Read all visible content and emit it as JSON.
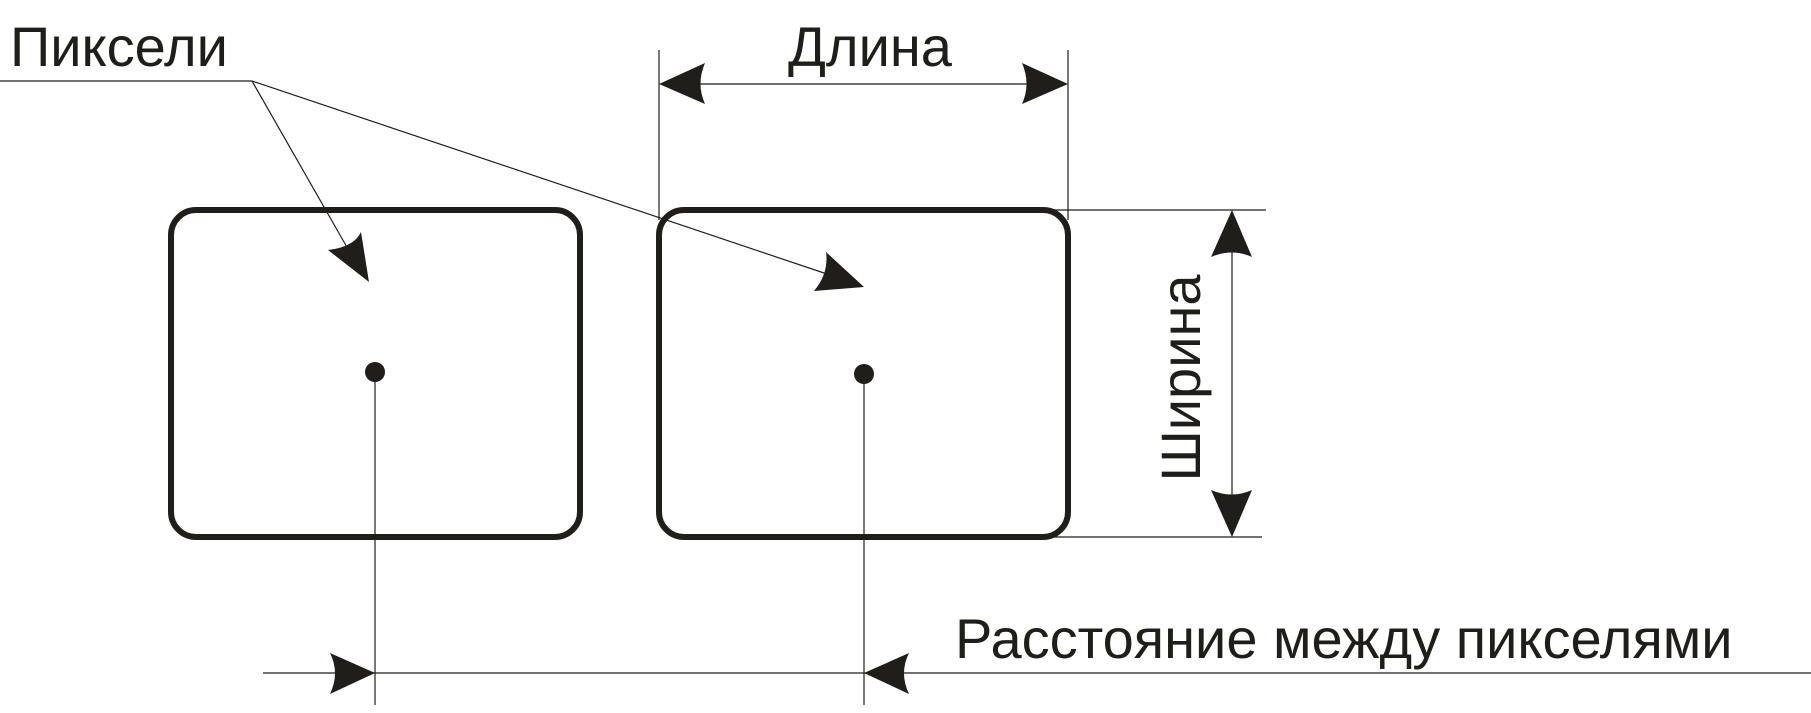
{
  "labels": {
    "pixels": "Пиксели",
    "length": "Длина",
    "width": "Ширина",
    "pixel_distance": "Расстояние между пикселями"
  },
  "colors": {
    "ink": "#1f1e1a",
    "background": "#ffffff"
  }
}
